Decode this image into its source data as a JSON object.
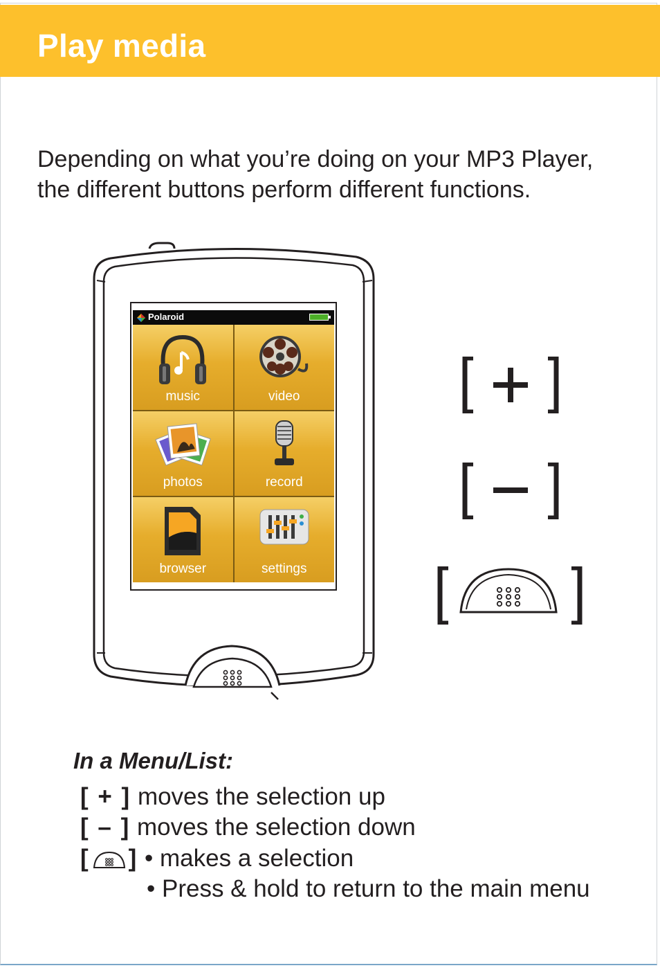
{
  "header": {
    "title": "Play media",
    "background": "#fdc02c"
  },
  "intro": {
    "line1": "Depending on what you’re doing on your MP3 Player,",
    "line2": "the different buttons perform different functions."
  },
  "device": {
    "brand": "Polaroid",
    "tiles": [
      {
        "label": "music",
        "icon": "headphones-icon"
      },
      {
        "label": "video",
        "icon": "film-reel-icon"
      },
      {
        "label": "photos",
        "icon": "photos-icon"
      },
      {
        "label": "record",
        "icon": "microphone-icon"
      },
      {
        "label": "browser",
        "icon": "sd-card-icon"
      },
      {
        "label": "settings",
        "icon": "equalizer-icon"
      }
    ]
  },
  "keys": {
    "plus": "[ + ]",
    "minus": "[ – ]",
    "select_icon": "home-button-icon"
  },
  "menu_section": {
    "heading": "In a Menu/List:",
    "items": [
      {
        "key": "[ + ]",
        "text": "moves the selection up"
      },
      {
        "key": "[ – ]",
        "text": "moves the selection down"
      },
      {
        "key_open": "[",
        "key_close": "]",
        "text": "• makes a selection"
      },
      {
        "text": "• Press & hold to return to the main menu"
      }
    ]
  }
}
